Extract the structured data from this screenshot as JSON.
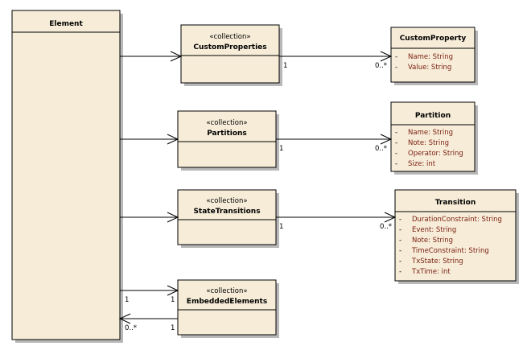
{
  "classes": {
    "element": {
      "name": "Element"
    },
    "custom_properties": {
      "stereotype": "«collection»",
      "name": "CustomProperties"
    },
    "partitions": {
      "stereotype": "«collection»",
      "name": "Partitions"
    },
    "state_transitions": {
      "stereotype": "«collection»",
      "name": "StateTransitions"
    },
    "embedded_elements": {
      "stereotype": "«collection»",
      "name": "EmbeddedElements"
    },
    "custom_property": {
      "name": "CustomProperty",
      "attributes": [
        "Name:  String",
        "Value:  String"
      ]
    },
    "partition": {
      "name": "Partition",
      "attributes": [
        "Name:  String",
        "Note:  String",
        "Operator:  String",
        "Size:  int"
      ]
    },
    "transition": {
      "name": "Transition",
      "attributes": [
        "DurationConstraint:  String",
        "Event:  String",
        "Note:  String",
        "TimeConstraint:  String",
        "TxState:  String",
        "TxTime:  int"
      ]
    }
  },
  "attribute_marker": "-",
  "multiplicities": {
    "cp_source": "1",
    "cp_target": "0..*",
    "part_source": "1",
    "part_target": "0..*",
    "st_source": "1",
    "st_target": "0..*",
    "emb_out_source": "1",
    "emb_out_target": "1",
    "emb_back_source": "1",
    "emb_back_target": "0..*"
  }
}
